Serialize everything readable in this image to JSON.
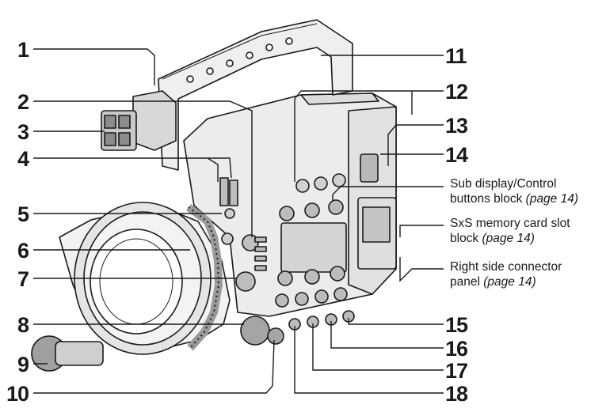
{
  "callouts": {
    "n1": "1",
    "n2": "2",
    "n3": "3",
    "n4": "4",
    "n5": "5",
    "n6": "6",
    "n7": "7",
    "n8": "8",
    "n9": "9",
    "n10": "10",
    "n11": "11",
    "n12": "12",
    "n13": "13",
    "n14": "14",
    "n15": "15",
    "n16": "16",
    "n17": "17",
    "n18": "18"
  },
  "side_labels": {
    "sub_display": {
      "line1": "Sub display/Control",
      "line2": "buttons block",
      "ref": "(page 14)"
    },
    "sxs": {
      "line1": "SxS memory card slot",
      "line2": "block",
      "ref": "(page 14)"
    },
    "connector": {
      "line1": "Right side connector",
      "line2": "panel",
      "ref": "(page 14)"
    }
  },
  "colors": {
    "ink": "#1a1a1a",
    "body_light": "#e9e9e9",
    "body_mid": "#cfcfcf",
    "body_dark": "#8a8a8a"
  }
}
